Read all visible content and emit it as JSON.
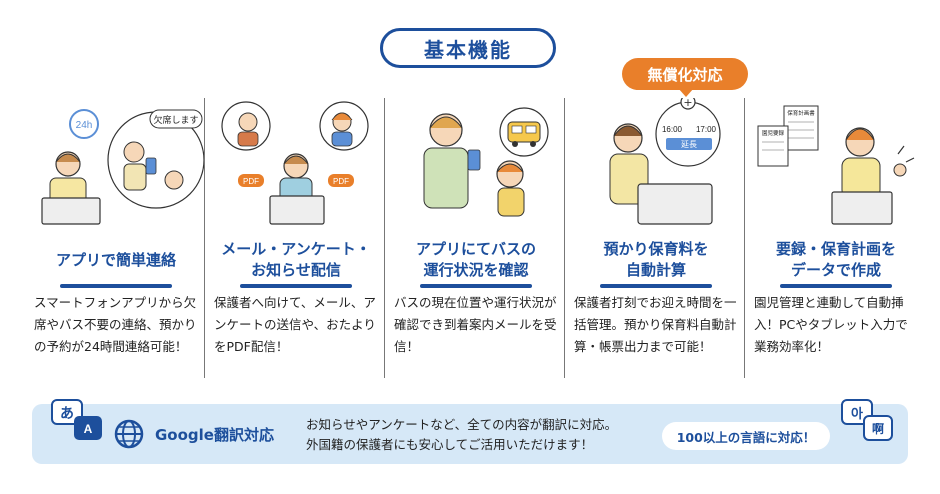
{
  "header": {
    "title": "基本機能"
  },
  "badge": {
    "free_label": "無償化対応"
  },
  "features": [
    {
      "title_lines": [
        "アプリで簡単連絡"
      ],
      "body": "スマートフォンアプリから欠席やバス不要の連絡、預かりの予約が24時間連絡可能！"
    },
    {
      "title_lines": [
        "メール・アンケート・",
        "お知らせ配信"
      ],
      "body": "保護者へ向けて、メール、アンケートの送信や、おたよりをPDF配信！"
    },
    {
      "title_lines": [
        "アプリにてバスの",
        "運行状況を確認"
      ],
      "body": "バスの現在位置や運行状況が確認でき到着案内メールを受信！"
    },
    {
      "title_lines": [
        "預かり保育料を",
        "自動計算"
      ],
      "body": "保護者打刻でお迎え時間を一括管理。預かり保育料自動計算・帳票出力まで可能！"
    },
    {
      "title_lines": [
        "要録・保育計画を",
        "データで作成"
      ],
      "body": "園児管理と連動して自動挿入！PCやタブレット入力で業務効率化！"
    }
  ],
  "illustrations": {
    "clock_label": "24h",
    "bubble_text": "欠席します",
    "pdf_label": "PDF",
    "time_start": "16:00",
    "time_end": "17:00",
    "extension_label": "延長",
    "doc_title_a": "保育計画書",
    "doc_title_b": "園児要録"
  },
  "translate": {
    "title": "Google翻訳対応",
    "line1": "お知らせやアンケートなど、全ての内容が翻訳に対応。",
    "line2": "外国籍の保護者にも安心してご活用いただけます！",
    "pill": "100以上の言語に対応！",
    "left_char_a": "あ",
    "left_char_b": "A",
    "right_char_a": "아",
    "right_char_b": "啊"
  },
  "colors": {
    "brand_blue": "#1d4f9c",
    "accent_orange": "#e97f2a",
    "light_blue_bg": "#d6e8f7"
  }
}
